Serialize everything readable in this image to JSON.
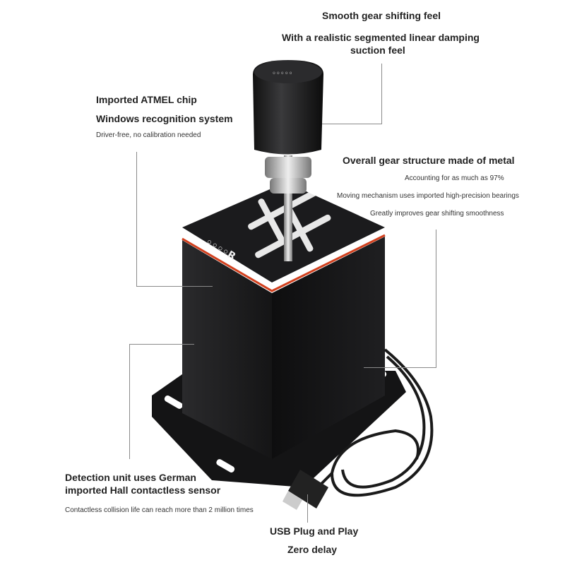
{
  "features": {
    "top": {
      "title": "Smooth gear shifting feel",
      "line1": "With a realistic segmented linear damping",
      "line2": "suction feel"
    },
    "left": {
      "title1": "Imported ATMEL chip",
      "title2": "Windows recognition system",
      "note": "Driver-free, no calibration needed"
    },
    "right": {
      "title": "Overall gear structure made of metal",
      "note1": "Accounting for as much as 97%",
      "note2": "Moving mechanism uses imported high-precision bearings",
      "note3": "Greatly improves gear shifting smoothness"
    },
    "lower_left": {
      "title1": "Detection unit uses German",
      "title2": "imported Hall contactless sensor",
      "note": "Contactless collision life can reach more than 2 million times"
    },
    "bottom": {
      "title1": "USB Plug and Play",
      "title2": "Zero delay"
    }
  },
  "colors": {
    "accent": "#d2401e",
    "body": "#1c1c1e",
    "leader": "#8a8a8a"
  }
}
